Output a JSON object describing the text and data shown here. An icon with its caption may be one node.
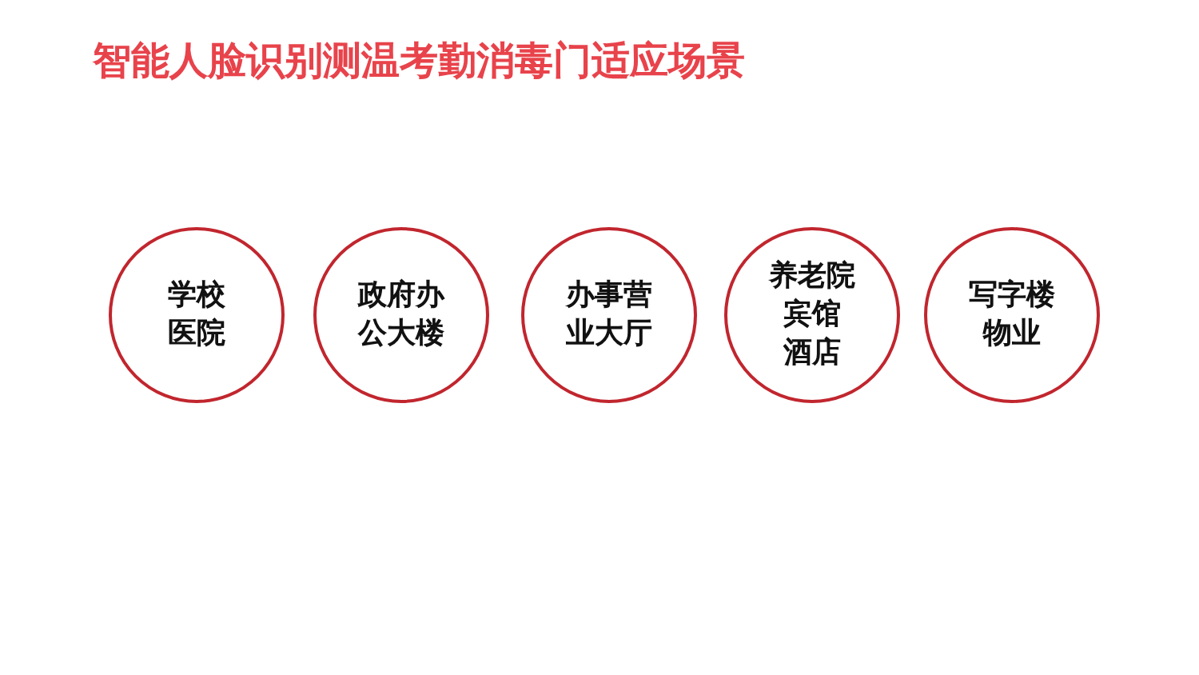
{
  "diagram": {
    "title": "智能人脸识别测温考勤消毒门适应场景",
    "nodes": [
      {
        "text": [
          "学校",
          "医院"
        ]
      },
      {
        "text": [
          "政府办公大楼"
        ]
      },
      {
        "text": [
          "办事营业大厅"
        ]
      },
      {
        "text": [
          "养老院",
          "宾馆",
          "酒店"
        ]
      },
      {
        "text": [
          "写字楼物业"
        ]
      }
    ]
  }
}
